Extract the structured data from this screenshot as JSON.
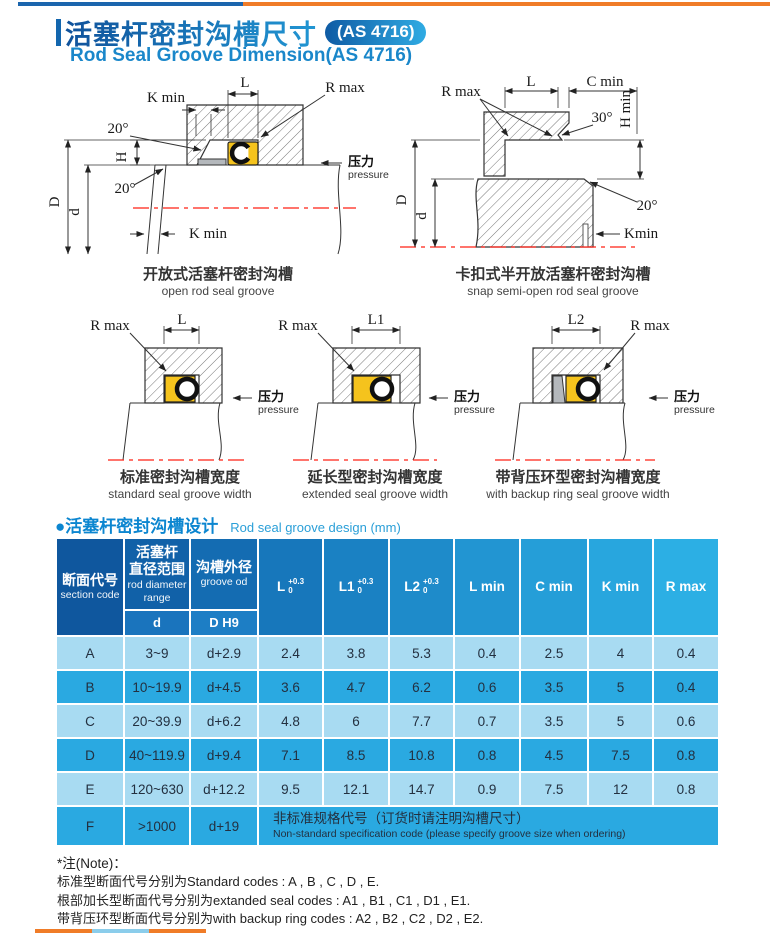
{
  "page": {
    "title_zh": "活塞杆密封沟槽尺寸",
    "badge": "(AS 4716)",
    "subtitle_en": "Rod Seal Groove Dimension(AS 4716)"
  },
  "colors": {
    "accent_dark_blue": "#1161a8",
    "accent_light_blue": "#2cafe4",
    "accent_orange": "#f07c28",
    "row_light": "#a8dbf2",
    "row_medium": "#2aa9e1",
    "seal_yellow": "#f5c31d",
    "centerline_red": "#ff2015"
  },
  "diagrams": {
    "open": {
      "labels": {
        "k_min_top": "K min",
        "l": "L",
        "r_max": "R max",
        "angle_top": "20°",
        "h": "H",
        "angle_bottom": "20°",
        "d_outer": "D",
        "d_inner": "d",
        "k_min_bottom": "K min",
        "pressure_zh": "压力",
        "pressure_en": "pressure"
      },
      "caption_zh": "开放式活塞杆密封沟槽",
      "caption_en": "open rod seal groove"
    },
    "snap": {
      "labels": {
        "l": "L",
        "c_min": "C min",
        "h_min": "H min",
        "r_max": "R max",
        "angle_top": "30°",
        "angle_bottom": "20°",
        "k_min": "Kmin",
        "d_outer": "D",
        "d_inner": "d"
      },
      "caption_zh": "卡扣式半开放活塞杆密封沟槽",
      "caption_en": "snap semi-open rod seal groove"
    },
    "standard": {
      "labels": {
        "r_max": "R max",
        "l": "L",
        "pressure_zh": "压力",
        "pressure_en": "pressure"
      },
      "caption_zh": "标准密封沟槽宽度",
      "caption_en": "standard seal groove width"
    },
    "extended": {
      "labels": {
        "r_max": "R max",
        "l": "L1",
        "pressure_zh": "压力",
        "pressure_en": "pressure"
      },
      "caption_zh": "延长型密封沟槽宽度",
      "caption_en": "extended seal groove width"
    },
    "backup": {
      "labels": {
        "l": "L2",
        "r_max": "R max",
        "pressure_zh": "压力",
        "pressure_en": "pressure"
      },
      "caption_zh": "带背压环型密封沟槽宽度",
      "caption_en": "with backup ring seal groove  width"
    }
  },
  "table": {
    "section_title_zh": "●活塞杆密封沟槽设计",
    "section_title_en": "Rod seal groove design (mm)",
    "cols": {
      "section": {
        "zh": "断面代号",
        "en": "section code"
      },
      "rod": {
        "zh1": "活塞杆",
        "zh2": "直径范围",
        "en": "rod diameter range",
        "sub": "d"
      },
      "od": {
        "zh": "沟槽外径",
        "en": "groove od",
        "sub": "D H9"
      },
      "l": {
        "base": "L",
        "tol_top": "+0.3",
        "tol_bot": "0"
      },
      "l1": {
        "base": "L1",
        "tol_top": "+0.3",
        "tol_bot": "0"
      },
      "l2": {
        "base": "L2",
        "tol_top": "+0.3",
        "tol_bot": "0"
      },
      "lmin": "L min",
      "cmin": "C min",
      "kmin": "K min",
      "rmax": "R max"
    },
    "rows": [
      {
        "code": "A",
        "range": "3~9",
        "od": "d+2.9",
        "l": "2.4",
        "l1": "3.8",
        "l2": "5.3",
        "lmin": "0.4",
        "cmin": "2.5",
        "kmin": "4",
        "rmax": "0.4"
      },
      {
        "code": "B",
        "range": "10~19.9",
        "od": "d+4.5",
        "l": "3.6",
        "l1": "4.7",
        "l2": "6.2",
        "lmin": "0.6",
        "cmin": "3.5",
        "kmin": "5",
        "rmax": "0.4"
      },
      {
        "code": "C",
        "range": "20~39.9",
        "od": "d+6.2",
        "l": "4.8",
        "l1": "6",
        "l2": "7.7",
        "lmin": "0.7",
        "cmin": "3.5",
        "kmin": "5",
        "rmax": "0.6"
      },
      {
        "code": "D",
        "range": "40~119.9",
        "od": "d+9.4",
        "l": "7.1",
        "l1": "8.5",
        "l2": "10.8",
        "lmin": "0.8",
        "cmin": "4.5",
        "kmin": "7.5",
        "rmax": "0.8"
      },
      {
        "code": "E",
        "range": "120~630",
        "od": "d+12.2",
        "l": "9.5",
        "l1": "12.1",
        "l2": "14.7",
        "lmin": "0.9",
        "cmin": "7.5",
        "kmin": "12",
        "rmax": "0.8"
      }
    ],
    "row_f": {
      "code": "F",
      "range": ">1000",
      "od": "d+19",
      "note_zh": "非标准规格代号（订货时请注明沟槽尺寸）",
      "note_en": "Non-standard specification code (please specify groove size when ordering)"
    }
  },
  "notes": {
    "line1": "*注(Note)：",
    "line2": "标准型断面代号分别为Standard codes : A , B , C , D , E.",
    "line3": "根部加长型断面代号分别为extanded seal codes : A1 , B1 , C1 , D1 , E1.",
    "line4": "带背压环型断面代号分别为with backup ring codes : A2 , B2 , C2 , D2 , E2."
  }
}
